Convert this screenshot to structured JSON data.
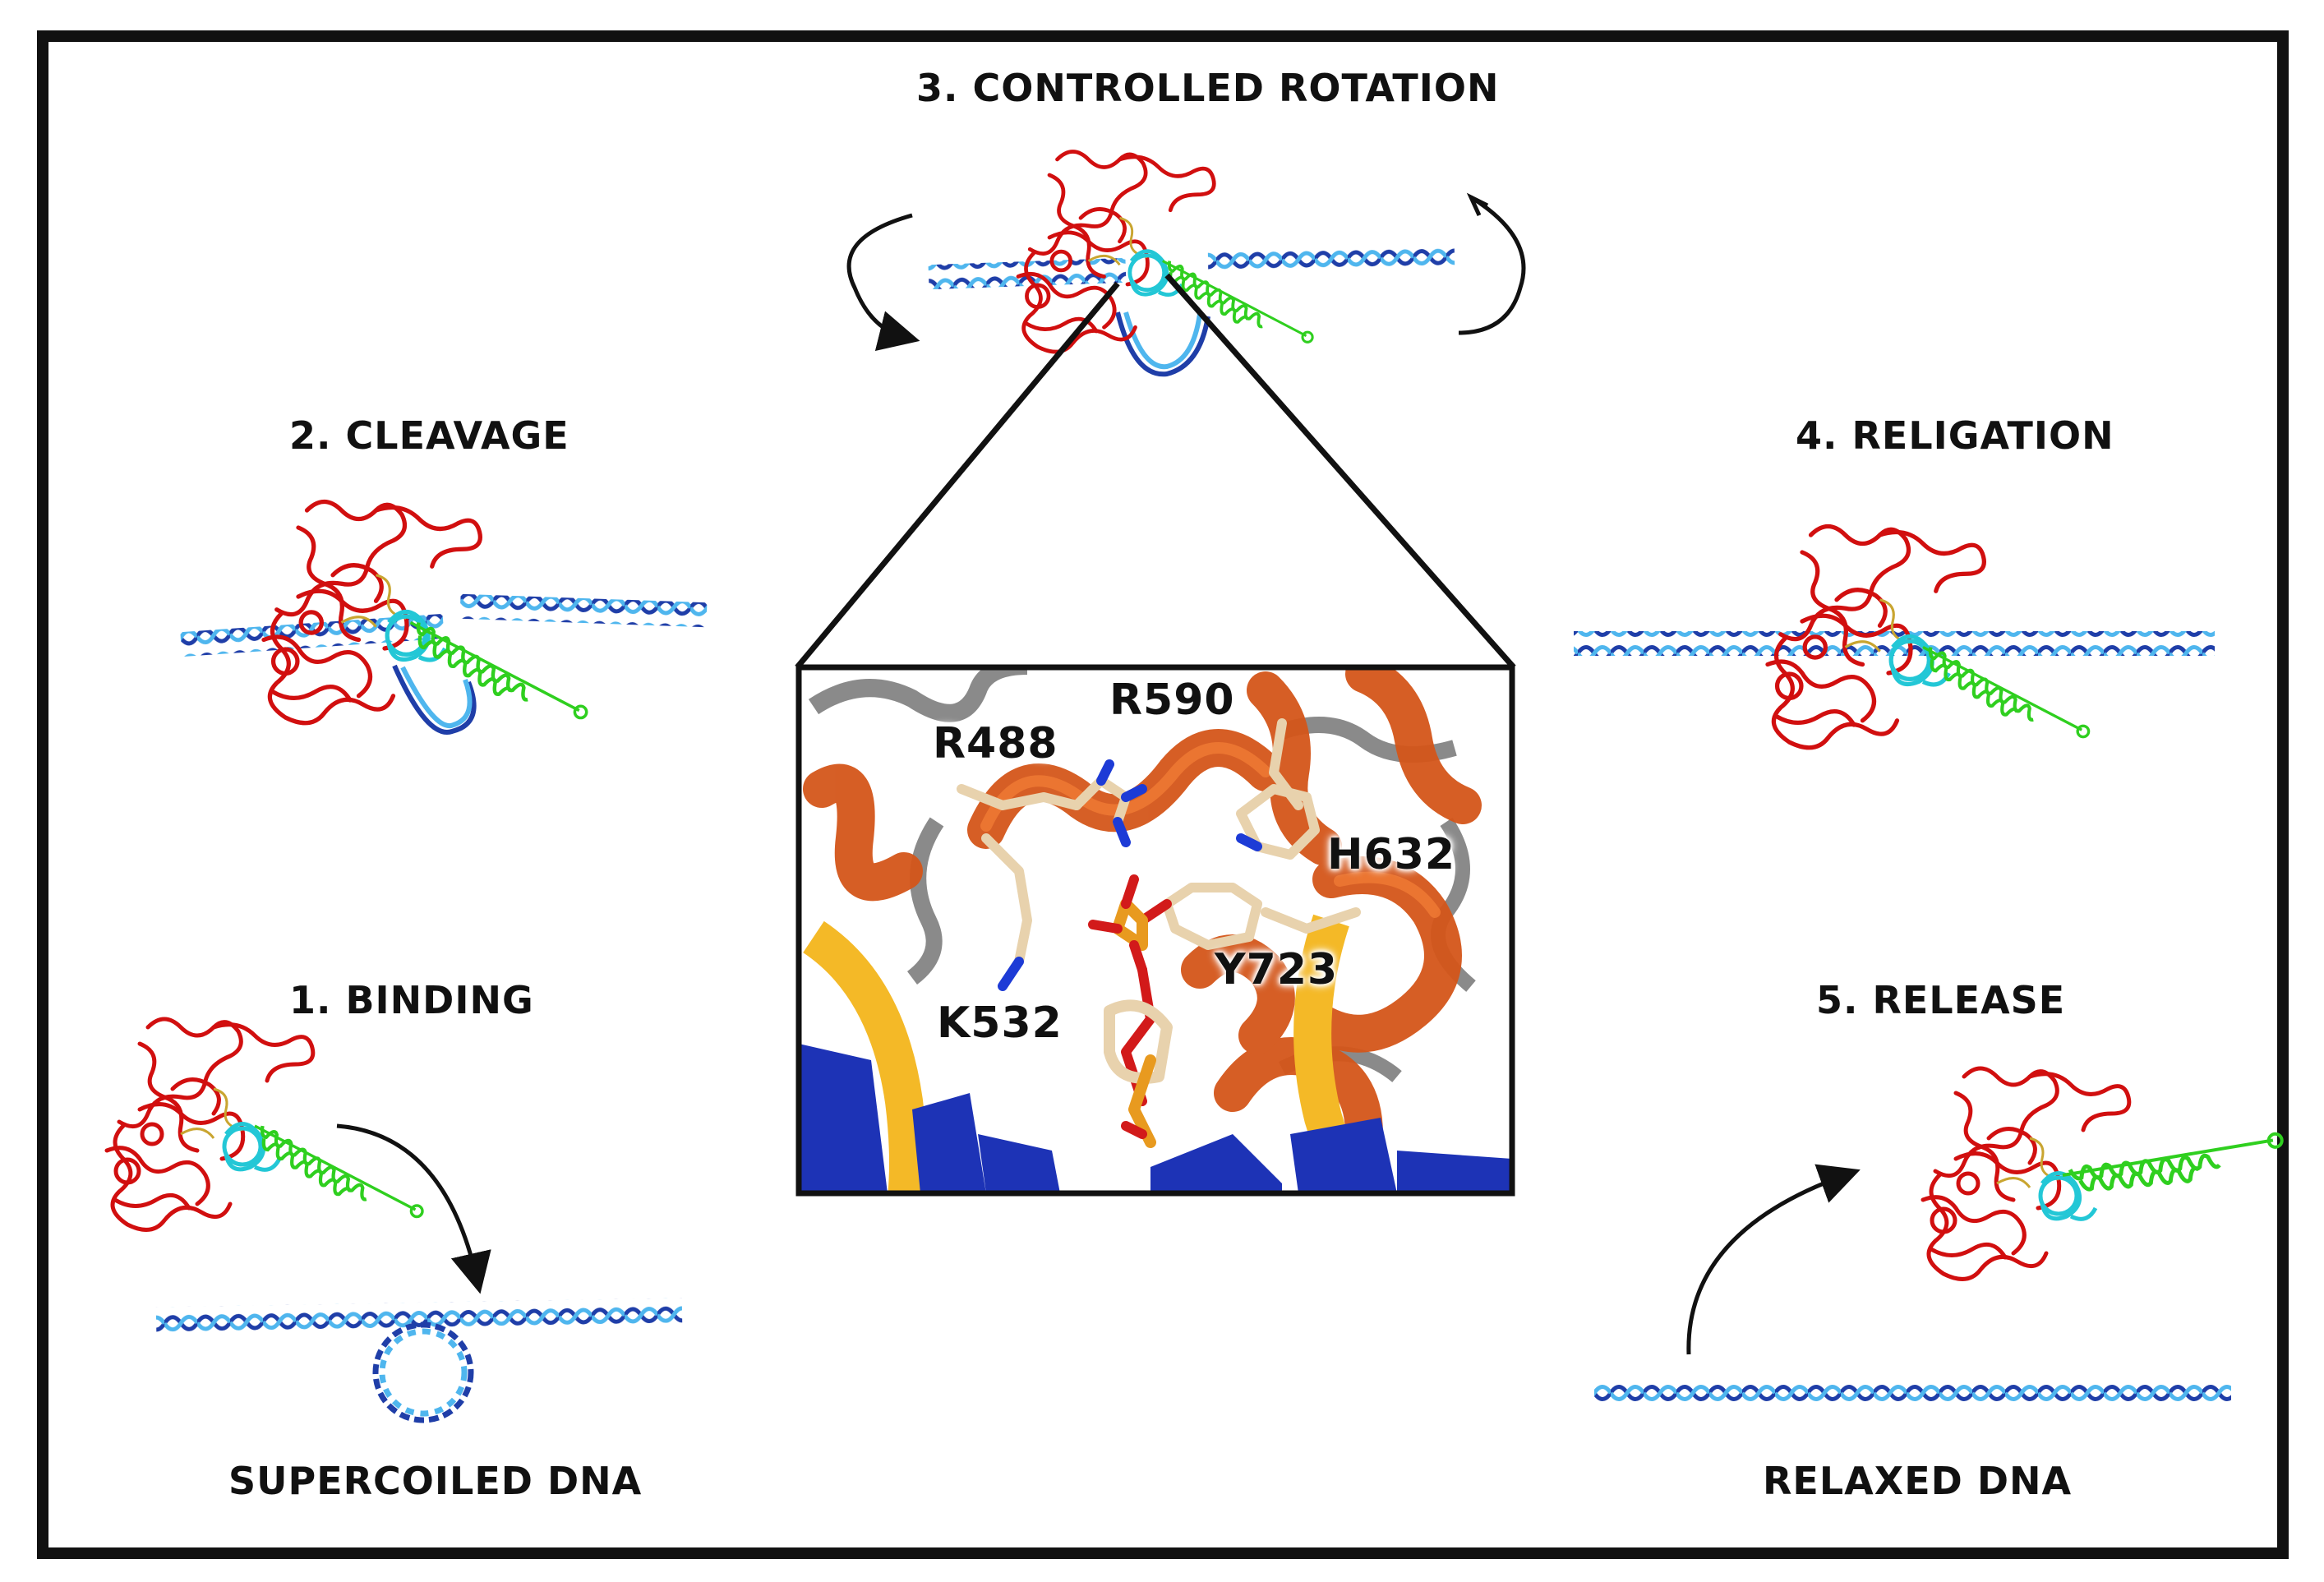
{
  "stages": {
    "binding": "1. BINDING",
    "cleavage": "2. CLEAVAGE",
    "rotation": "3. CONTROLLED ROTATION",
    "religation": "4. RELIGATION",
    "release": "5. RELEASE"
  },
  "dna_states": {
    "supercoiled": "SUPERCOILED DNA",
    "relaxed": "RELAXED DNA"
  },
  "residues": {
    "r488": "R488",
    "r590": "R590",
    "h632": "H632",
    "y723": "Y723",
    "k532": "K532"
  },
  "colors": {
    "border": "#111111",
    "protein_core": "#d10f0f",
    "protein_linker": "#23c7d6",
    "protein_helix": "#2fcf1f",
    "dna_strand_a": "#1f3ea8",
    "dna_strand_b": "#4fb6ee",
    "inset_helix": "#d4561a",
    "inset_strand": "#f4b927",
    "inset_base": "#1d33b6",
    "inset_coil": "#8a8a8a",
    "side_chain": "#e8d2ad"
  }
}
